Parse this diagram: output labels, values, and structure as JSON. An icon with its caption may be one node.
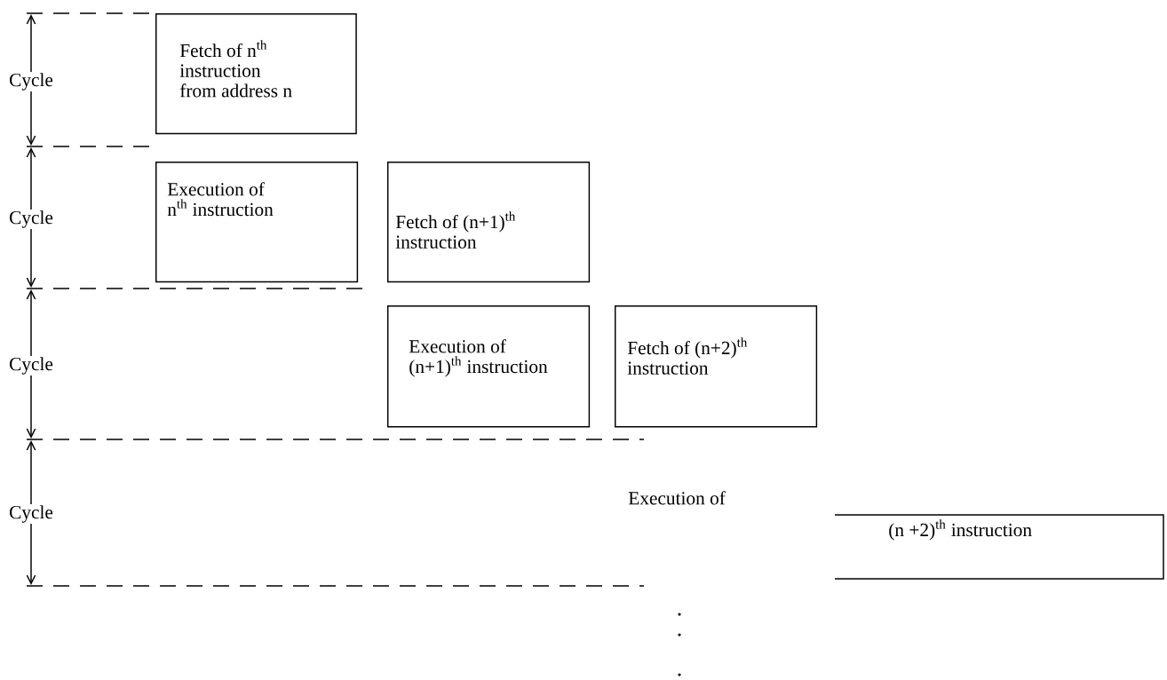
{
  "diagram": {
    "nodes": [
      {
        "text": [
          "Fetch of n$^{th}$ instruction from address n"
        ]
      },
      {
        "text": [
          "Execution of n$^{th}$ instruction"
        ]
      },
      {
        "text": [
          "Fetch of (n+1)$^{th}$ instruction"
        ]
      },
      {
        "text": [
          "Execution of (n+1)$^{th}$ instruction"
        ]
      },
      {
        "text": [
          "Fetch of (n+2)$^{th}$ instruction"
        ]
      },
      {
        "text": [
          "Execution of",
          "(n +2)$^{th}$ instruction"
        ]
      }
    ],
    "labels": [
      "Cycle",
      "Cycle",
      "Cycle",
      "Cycle"
    ]
  }
}
